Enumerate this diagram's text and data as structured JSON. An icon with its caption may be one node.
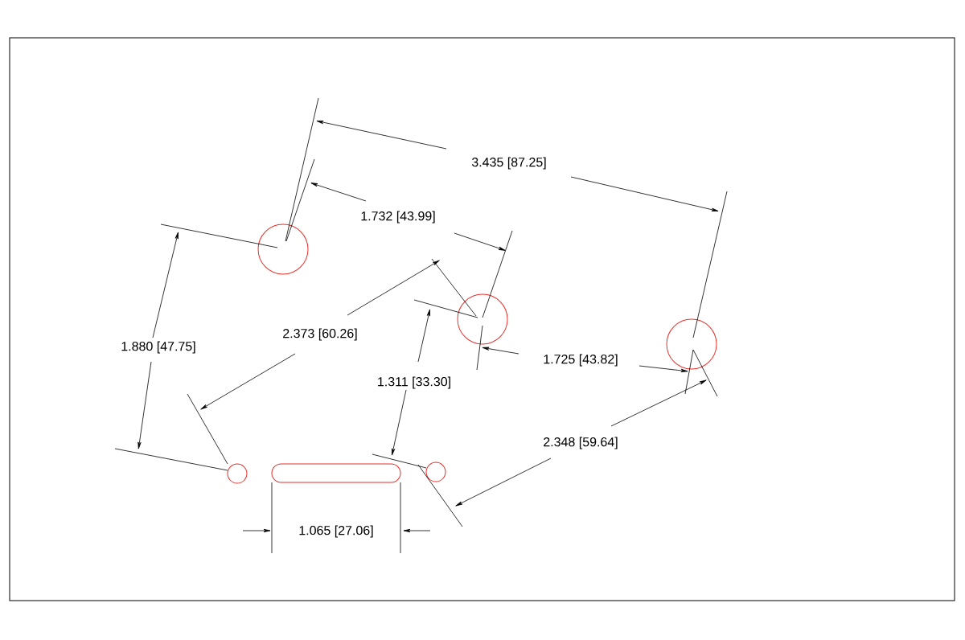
{
  "diagram": {
    "labels": [
      "3.435 [87.25]",
      "1.732 [43.99]",
      "1.880 [47.75]",
      "2.373 [60.26]",
      "1.725 [43.82]",
      "1.311 [33.30]",
      "2.348 [59.64]",
      "1.065 [27.06]"
    ]
  }
}
